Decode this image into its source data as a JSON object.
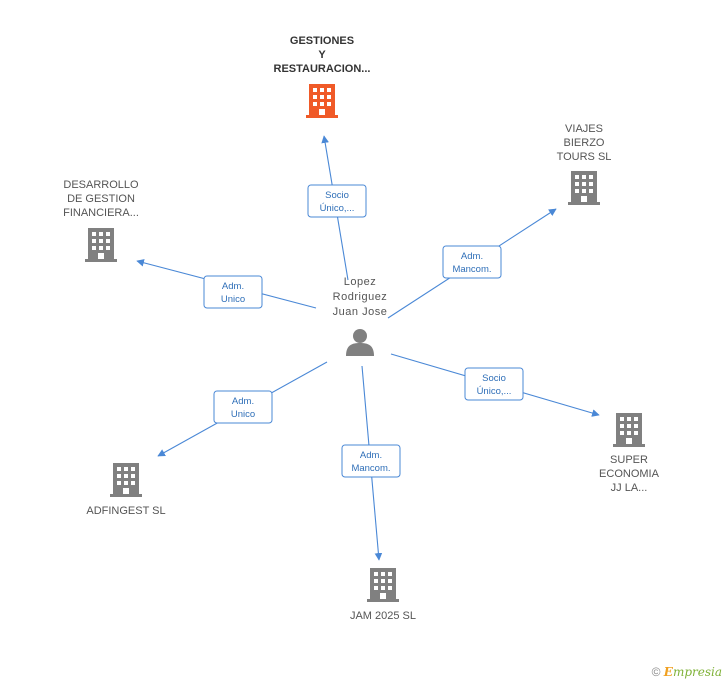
{
  "center": {
    "label": [
      "Lopez",
      "Rodriguez",
      "Juan Jose"
    ],
    "icon": "person-icon"
  },
  "nodes": [
    {
      "id": "gestiones",
      "label": [
        "GESTIONES",
        "Y",
        "RESTAURACION..."
      ],
      "color": "#f05a28",
      "highlight": true
    },
    {
      "id": "viajes",
      "label": [
        "VIAJES",
        "BIERZO",
        "TOURS SL"
      ],
      "color": "#808080"
    },
    {
      "id": "desarrollo",
      "label": [
        "DESARROLLO",
        "DE GESTION",
        "FINANCIERA..."
      ],
      "color": "#808080"
    },
    {
      "id": "super",
      "label": [
        "SUPER",
        "ECONOMIA",
        "JJ LA..."
      ],
      "color": "#808080"
    },
    {
      "id": "adfingest",
      "label": [
        "ADFINGEST SL"
      ],
      "color": "#808080"
    },
    {
      "id": "jam",
      "label": [
        "JAM 2025 SL"
      ],
      "color": "#808080"
    }
  ],
  "edges": [
    {
      "to": "gestiones",
      "label": [
        "Socio",
        "Único,..."
      ]
    },
    {
      "to": "viajes",
      "label": [
        "Adm.",
        "Mancom."
      ]
    },
    {
      "to": "desarrollo",
      "label": [
        "Adm.",
        "Unico"
      ]
    },
    {
      "to": "super",
      "label": [
        "Socio",
        "Único,..."
      ]
    },
    {
      "to": "adfingest",
      "label": [
        "Adm.",
        "Unico"
      ]
    },
    {
      "to": "jam",
      "label": [
        "Adm.",
        "Mancom."
      ]
    }
  ],
  "colors": {
    "edge": "#4a88d6",
    "building": "#808080",
    "highlight": "#f05a28"
  },
  "footer": {
    "copyright": "©",
    "brand_first": "E",
    "brand_rest": "mpresia"
  }
}
